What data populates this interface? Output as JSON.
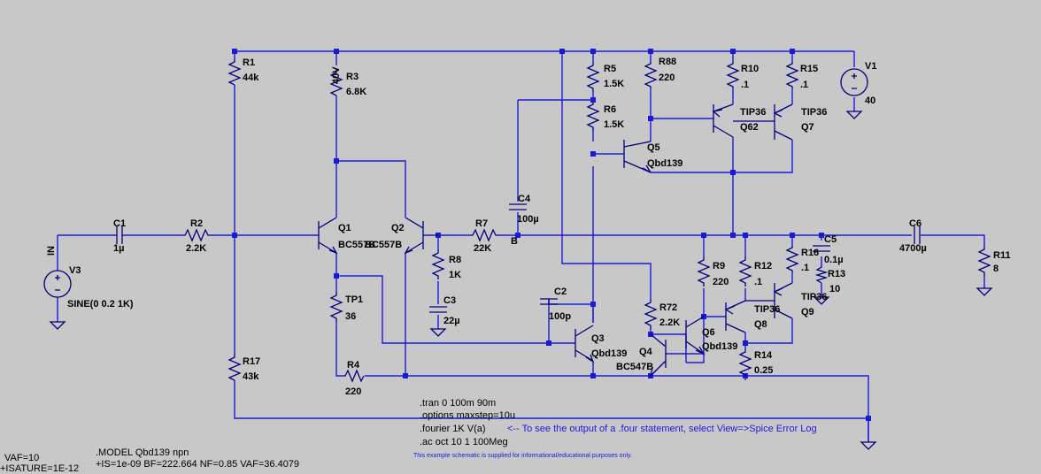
{
  "components": {
    "R1": {
      "ref": "R1",
      "value": "44k"
    },
    "R2": {
      "ref": "R2",
      "value": "2.2K"
    },
    "R3": {
      "ref": "R3",
      "value": "6.8K"
    },
    "R4": {
      "ref": "R4",
      "value": "220"
    },
    "R5": {
      "ref": "R5",
      "value": "1.5K"
    },
    "R6": {
      "ref": "R6",
      "value": "1.5K"
    },
    "R7": {
      "ref": "R7",
      "value": "22K"
    },
    "R8": {
      "ref": "R8",
      "value": "1K"
    },
    "R9": {
      "ref": "R9",
      "value": "220"
    },
    "R10": {
      "ref": "R10",
      "value": ".1"
    },
    "R11": {
      "ref": "R11",
      "value": "8"
    },
    "R12": {
      "ref": "R12",
      "value": ".1"
    },
    "R13": {
      "ref": "R13",
      "value": "10"
    },
    "R14": {
      "ref": "R14",
      "value": "0.25"
    },
    "R15": {
      "ref": "R15",
      "value": ".1"
    },
    "R16": {
      "ref": "R16",
      "value": ".1"
    },
    "R17": {
      "ref": "R17",
      "value": "43k"
    },
    "R72": {
      "ref": "R72",
      "value": "2.2K"
    },
    "R88": {
      "ref": "R88",
      "value": "220"
    },
    "TP1": {
      "ref": "TP1",
      "value": "36"
    },
    "C1": {
      "ref": "C1",
      "value": "1µ"
    },
    "C2": {
      "ref": "C2",
      "value": "100p"
    },
    "C3": {
      "ref": "C3",
      "value": "22µ"
    },
    "C4": {
      "ref": "C4",
      "value": "100µ"
    },
    "C5": {
      "ref": "C5",
      "value": "0.1µ"
    },
    "C6": {
      "ref": "C6",
      "value": "4700µ"
    },
    "Q1": {
      "ref": "Q1",
      "value": "BC557B"
    },
    "Q2": {
      "ref": "Q2",
      "value": "BC557B"
    },
    "Q3": {
      "ref": "Q3",
      "value": "Qbd139"
    },
    "Q4": {
      "ref": "Q4",
      "value": "BC547B"
    },
    "Q5": {
      "ref": "Q5",
      "value": "Qbd139"
    },
    "Q6": {
      "ref": "Q6",
      "value": "Qbd139"
    },
    "Q7": {
      "ref": "Q7",
      "value": "TIP36"
    },
    "Q8": {
      "ref": "Q8",
      "value": "TIP36"
    },
    "Q9": {
      "ref": "Q9",
      "value": "TIP36"
    },
    "Q62": {
      "ref": "Q62",
      "value": "TIP36"
    },
    "V1": {
      "ref": "V1",
      "value": "40"
    },
    "V3": {
      "ref": "V3",
      "value": "SINE(0 0.2 1K)"
    }
  },
  "nets": {
    "in": "IN",
    "b": "B",
    "v40": "40V"
  },
  "directives": {
    "tran": ".tran 0 100m 90m",
    "options": ".options maxstep=10u",
    "fourier": ".fourier 1K V(a)",
    "fourier_note": "<-- To see the output of a .four statement, select View=>Spice Error Log",
    "ac": ".ac oct 10 1 100Meg",
    "disclaimer": "This example schematic is supplied for informational/educational purposes only.",
    "model_left": "VAF=10",
    "model_left2": "+ISATURE=1E-12",
    "model": ".MODEL Qbd139 npn",
    "model_params": "+IS=1e-09 BF=222.664 NF=0.85 VAF=36.4079"
  }
}
